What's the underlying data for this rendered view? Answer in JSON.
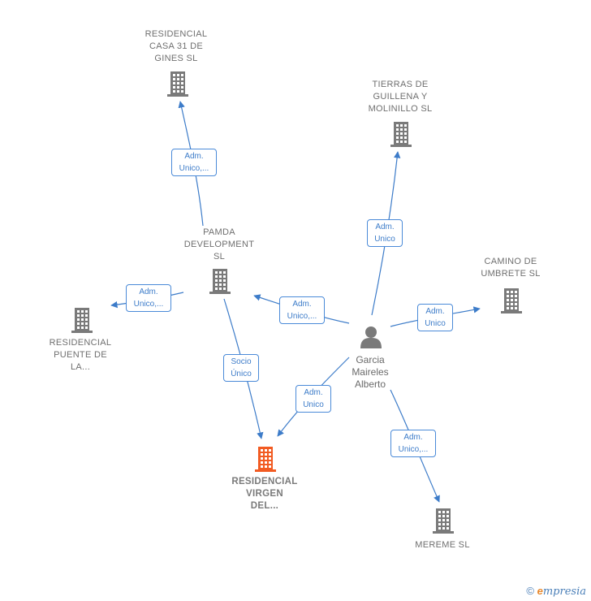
{
  "nodes": [
    {
      "id": "casa31",
      "type": "company",
      "label": "RESIDENCIAL\nCASA 31 DE\nGINES SL",
      "color": "#7a7a7a"
    },
    {
      "id": "tierras",
      "type": "company",
      "label": "TIERRAS DE\nGUILLENA Y\nMOLINILLO SL",
      "color": "#7a7a7a"
    },
    {
      "id": "pamda",
      "type": "company",
      "label": "PAMDA\nDEVELOPMENT\nSL",
      "color": "#7a7a7a"
    },
    {
      "id": "camino",
      "type": "company",
      "label": "CAMINO DE\nUMBRETE SL",
      "color": "#7a7a7a"
    },
    {
      "id": "puente",
      "type": "company",
      "label": "RESIDENCIAL\nPUENTE DE\nLA...",
      "color": "#7a7a7a"
    },
    {
      "id": "garcia",
      "type": "person",
      "label": "Garcia\nMaireles\nAlberto",
      "color": "#7a7a7a"
    },
    {
      "id": "virgen",
      "type": "company",
      "label": "RESIDENCIAL\nVIRGEN\nDEL...",
      "color": "#f25b22"
    },
    {
      "id": "mereme",
      "type": "company",
      "label": "MEREME SL",
      "color": "#7a7a7a"
    }
  ],
  "edges": [
    {
      "id": "e1",
      "from": "pamda",
      "to": "casa31",
      "label": "Adm.\nUnico,..."
    },
    {
      "id": "e2",
      "from": "garcia",
      "to": "tierras",
      "label": "Adm.\nUnico"
    },
    {
      "id": "e3",
      "from": "pamda",
      "to": "puente",
      "label": "Adm.\nUnico,..."
    },
    {
      "id": "e4",
      "from": "garcia",
      "to": "pamda",
      "label": "Adm.\nUnico,..."
    },
    {
      "id": "e5",
      "from": "garcia",
      "to": "camino",
      "label": "Adm.\nUnico"
    },
    {
      "id": "e6",
      "from": "pamda",
      "to": "virgen",
      "label": "Socio\nÚnico"
    },
    {
      "id": "e7",
      "from": "garcia",
      "to": "virgen",
      "label": "Adm.\nUnico"
    },
    {
      "id": "e8",
      "from": "garcia",
      "to": "mereme",
      "label": "Adm.\nUnico,..."
    }
  ],
  "colors": {
    "edge": "#3d7cc9",
    "node": "#7a7a7a",
    "highlight": "#f25b22"
  },
  "footer": {
    "copyright": "©",
    "brand_e": "e",
    "brand_rest": "mpresia"
  }
}
